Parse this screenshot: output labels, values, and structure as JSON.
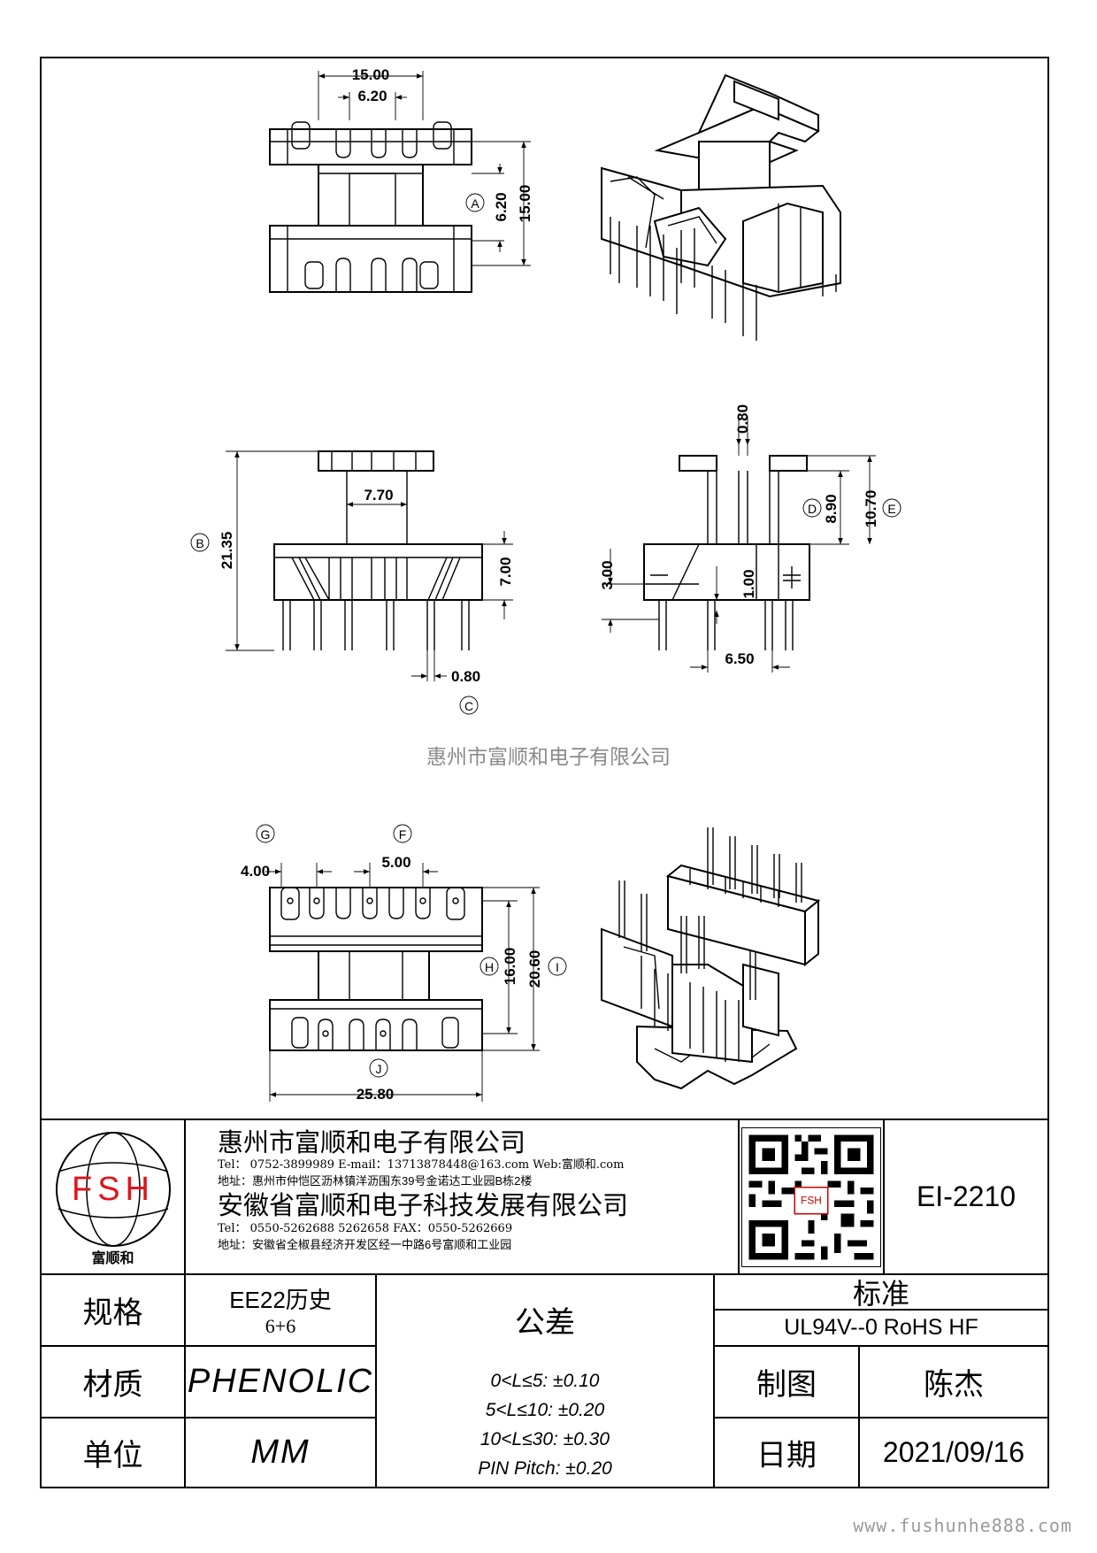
{
  "dimensions": {
    "top_view": {
      "w_total": "15.00",
      "w_inner": "6.20",
      "h_inner": "6.20",
      "h_total": "15.00",
      "marker_a": "A"
    },
    "side_view": {
      "h_total": "21.35",
      "gap": "7.70",
      "h_body": "7.00",
      "pin_w": "0.80",
      "marker_b": "B",
      "marker_c": "C"
    },
    "end_view": {
      "top_w": "0.80",
      "d": "8.90",
      "e": "10.70",
      "h1": "3.00",
      "h2": "1.00",
      "w": "6.50",
      "marker_d": "D",
      "marker_e": "E"
    },
    "bottom_view": {
      "g": "4.00",
      "f": "5.00",
      "h": "16.00",
      "i": "20.60",
      "w": "25.80",
      "marker_g": "G",
      "marker_f": "F",
      "marker_h": "H",
      "marker_i": "I",
      "marker_j": "J"
    }
  },
  "watermark": "惠州市富顺和电子有限公司",
  "title_block": {
    "logo_text": "FSH",
    "logo_caption": "富顺和",
    "company1": {
      "name": "惠州市富顺和电子有限公司",
      "contact": "Tel：  0752-3899989   E-mail：13713878448@163.com   Web:富顺和.com",
      "address": "地址：惠州市仲恺区沥林镇洋沥围东39号金诺达工业园B栋2楼"
    },
    "company2": {
      "name": "安徽省富顺和电子科技发展有限公司",
      "contact": "Tel：  0550-5262688   5262658       FAX：0550-5262669",
      "address": "地址：安徽省全椒县经济开发区经一中路6号富顺和工业园"
    },
    "qr_label": "FSH",
    "part_number": "EI-2210",
    "spec_label": "规格",
    "spec_value_1": "EE22历史",
    "spec_value_2": "6+6",
    "material_label": "材质",
    "material_value": "PHENOLIC",
    "unit_label": "单位",
    "unit_value": "MM",
    "tolerance_label": "公差",
    "tolerances": [
      "0<L≤5: ±0.10",
      "5<L≤10: ±0.20",
      "10<L≤30: ±0.30",
      "PIN Pitch: ±0.20"
    ],
    "standard_label": "标准",
    "standard_value": "UL94V--0  RoHS HF",
    "drawn_label": "制图",
    "drawn_value": "陈杰",
    "date_label": "日期",
    "date_value": "2021/09/16"
  },
  "footer": "www.fushunhe888.com"
}
